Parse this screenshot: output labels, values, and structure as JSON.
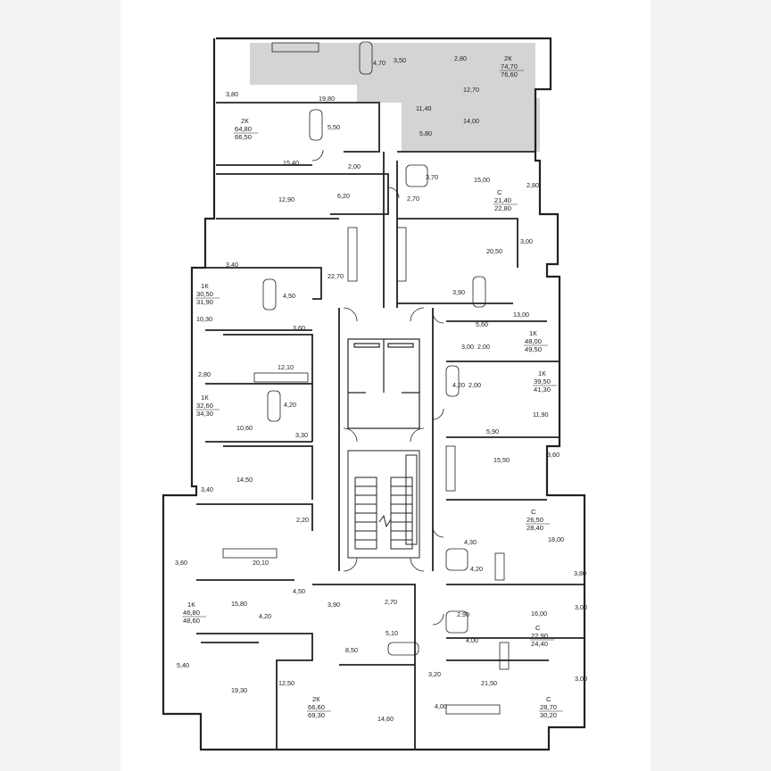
{
  "floorplan": {
    "apartments": [
      {
        "id": "a1",
        "type": "2К",
        "living": "74,70",
        "total": "76,60",
        "highlighted": true
      },
      {
        "id": "a2",
        "type": "2К",
        "living": "64,80",
        "total": "66,50",
        "highlighted": false
      },
      {
        "id": "a3",
        "type": "С",
        "living": "21,40",
        "total": "22,80",
        "highlighted": false
      },
      {
        "id": "a4",
        "type": "1К",
        "living": "30,50",
        "total": "31,90",
        "highlighted": false
      },
      {
        "id": "a5",
        "type": "1К",
        "living": "48,00",
        "total": "49,50",
        "highlighted": false
      },
      {
        "id": "a6",
        "type": "1К",
        "living": "39,50",
        "total": "41,30",
        "highlighted": false
      },
      {
        "id": "a7",
        "type": "1К",
        "living": "32,60",
        "total": "34,30",
        "highlighted": false
      },
      {
        "id": "a8",
        "type": "С",
        "living": "26,50",
        "total": "28,40",
        "highlighted": false
      },
      {
        "id": "a9",
        "type": "1К",
        "living": "46,80",
        "total": "48,60",
        "highlighted": false
      },
      {
        "id": "a10",
        "type": "С",
        "living": "22,90",
        "total": "24,40",
        "highlighted": false
      },
      {
        "id": "a11",
        "type": "2К",
        "living": "66,60",
        "total": "69,30",
        "highlighted": false
      },
      {
        "id": "a12",
        "type": "С",
        "living": "28,70",
        "total": "30,20",
        "highlighted": false
      }
    ],
    "room_areas": [
      "4,70",
      "3,50",
      "2,80",
      "3,80",
      "19,80",
      "12,70",
      "11,40",
      "14,00",
      "5,80",
      "5,50",
      "15,40",
      "2,00",
      "12,90",
      "6,20",
      "3,70",
      "15,00",
      "2,80",
      "2,70",
      "3,00",
      "20,50",
      "3,40",
      "22,70",
      "4,50",
      "3,90",
      "10,30",
      "5,60",
      "13,00",
      "3,60",
      "3,00",
      "2,00",
      "2,80",
      "12,10",
      "4,20",
      "2,00",
      "11,90",
      "4,20",
      "10,60",
      "3,30",
      "5,90",
      "15,50",
      "3,60",
      "14,50",
      "3,40",
      "2,20",
      "18,00",
      "4,30",
      "3,60",
      "20,10",
      "4,20",
      "3,80",
      "4,50",
      "15,80",
      "3,90",
      "2,70",
      "16,00",
      "3,00",
      "2,90",
      "4,20",
      "5,10",
      "4,00",
      "8,50",
      "3,20",
      "5,40",
      "21,50",
      "3,00",
      "12,50",
      "19,30",
      "4,00",
      "14,60"
    ],
    "colors": {
      "wall": "#222222",
      "highlight": "#d4d4d4",
      "background": "#ffffff"
    }
  }
}
